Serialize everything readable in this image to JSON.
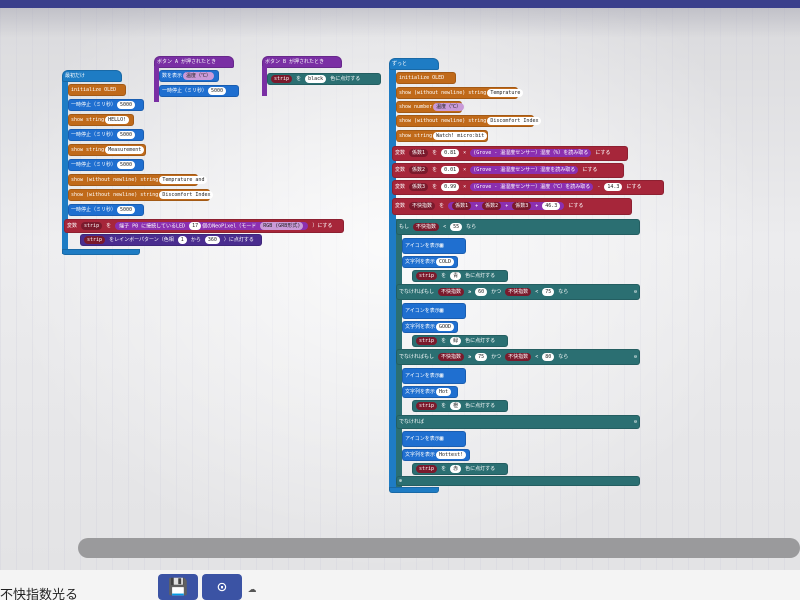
{
  "project": {
    "name": "不快指数光る"
  },
  "toolbar": {
    "save_icon": "save-icon",
    "github_icon": "github-icon",
    "cloud_icon": "cloud-icon"
  },
  "colors": {
    "topbar": "#3a3f8c",
    "loop": "#1e7cc4",
    "oled": "#c06a1a",
    "variable": "#a6263a",
    "neopixel": "#4a2d8f",
    "logic": "#2b6f72",
    "button": "#3b53a4"
  },
  "on_start": {
    "header": "最初だけ",
    "blocks": [
      {
        "label": "initialize OLED"
      },
      {
        "label": "一時停止（ミリ秒）",
        "value": "5000"
      },
      {
        "label": "show string",
        "value": "HELLO!"
      },
      {
        "label": "一時停止（ミリ秒）",
        "value": "5000"
      },
      {
        "label": "show string",
        "value": "Measurement"
      },
      {
        "label": "一時停止（ミリ秒）",
        "value": "5000"
      },
      {
        "label": "show (without newline) string",
        "value": "Temprature and"
      },
      {
        "label": "show (without newline) string",
        "value": "Discomfort Index"
      },
      {
        "label": "一時停止（ミリ秒）",
        "value": "5000"
      }
    ],
    "set_strip": {
      "prefix": "変数",
      "var": "strip",
      "op": "を",
      "text": "端子 P0 に接続しているLED",
      "num": "17",
      "mode_text": "個のNeoPixel（モード",
      "mode": "RGB (GRB形式)",
      "suffix": "）にする"
    },
    "rainbow": {
      "var": "strip",
      "text": "をレインボーパターン（色相",
      "from": "1",
      "to_label": "から",
      "to": "360",
      "suffix": "）に点灯する"
    }
  },
  "button_a": {
    "header": "ボタン A が押されたとき",
    "show_number": {
      "label": "数を表示",
      "value": "温度（℃）"
    },
    "pause": {
      "label": "一時停止（ミリ秒）",
      "value": "5000"
    }
  },
  "button_b": {
    "header": "ボタン B が押されたとき",
    "show_color": {
      "var": "strip",
      "op": "を",
      "color": "black",
      "suffix": "色に点灯する"
    }
  },
  "forever": {
    "header": "ずっと",
    "blocks": [
      {
        "label": "initialize OLED"
      },
      {
        "label": "show (without newline) string",
        "value": "Temprature"
      },
      {
        "label": "show number",
        "value": "温度（℃）"
      },
      {
        "label": "show (without newline) string",
        "value": "Discomfort Index"
      },
      {
        "label": "show string",
        "value": "Watch! micro:bit"
      }
    ],
    "sets": [
      {
        "prefix": "変数",
        "var": "係数1",
        "op": "を",
        "num": "0.81",
        "mul": "×",
        "sensor": "(Grove - 温湿度センサー）湿度（%）を読み取る",
        "suffix": "にする"
      },
      {
        "prefix": "変数",
        "var": "係数2",
        "op": "を",
        "num": "0.01",
        "mul": "×",
        "sensor": "(Grove - 温湿度センサー）湿度を読み取る",
        "suffix": "にする"
      },
      {
        "prefix": "変数",
        "var": "係数3",
        "op": "を",
        "num": "0.99",
        "mul": "×",
        "sensor": "(Grove - 温湿度センサー）温度（℃）を読み取る",
        "minus": "-",
        "extra": "14.3",
        "suffix": "にする"
      },
      {
        "prefix": "変数",
        "var": "不快指数",
        "op": "を",
        "a": "係数1",
        "plus": "+",
        "b": "係数2",
        "plus2": "+",
        "c": "係数3",
        "plus3": "+",
        "d": "46.3",
        "suffix": "にする"
      }
    ],
    "if": {
      "kw": "もし",
      "var": "不快指数",
      "cmp": "<",
      "val": "55",
      "then": "なら"
    },
    "branch1": {
      "icon_label": "アイコンを表示",
      "string_label": "文字列を表示",
      "string": "COLD",
      "color": "青",
      "color_suffix": "色に点灯する"
    },
    "elseif1": {
      "kw": "でなければもし",
      "var": "不快指数",
      "cmp": "≥",
      "val": "60",
      "and": "かつ",
      "var2": "不快指数",
      "cmp2": "<",
      "val2": "75",
      "then": "なら"
    },
    "branch2": {
      "icon_label": "アイコンを表示",
      "string_label": "文字列を表示",
      "string": "GOOD",
      "color": "緑",
      "color_suffix": "色に点灯する"
    },
    "elseif2": {
      "kw": "でなければもし",
      "var": "不快指数",
      "cmp": "≥",
      "val": "75",
      "and": "かつ",
      "var2": "不快指数",
      "cmp2": "<",
      "val2": "80",
      "then": "なら"
    },
    "branch3": {
      "icon_label": "アイコンを表示",
      "string_label": "文字列を表示",
      "string": "Hot",
      "color": "橙",
      "color_suffix": "色に点灯する"
    },
    "else": {
      "kw": "でなければ"
    },
    "branch4": {
      "icon_label": "アイコンを表示",
      "string_label": "文字列を表示",
      "string": "Hottest!",
      "color": "赤",
      "color_suffix": "色に点灯する"
    },
    "strip_var": "strip",
    "strip_op": "を",
    "minus_icon": "minus-circle-icon",
    "plus_icon": "plus-circle-icon"
  }
}
